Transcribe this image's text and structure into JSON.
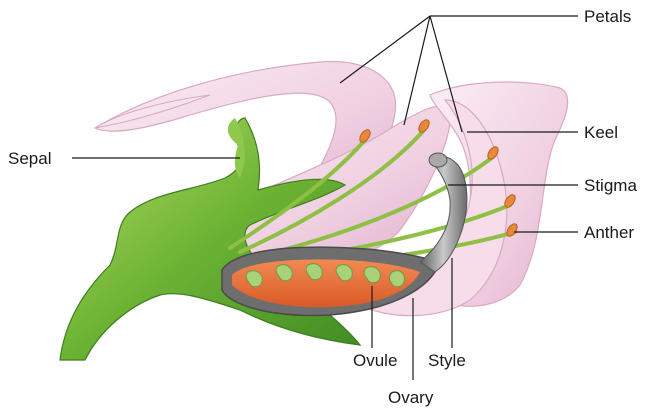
{
  "labels": {
    "petals": "Petals",
    "keel": "Keel",
    "sepal": "Sepal",
    "stigma": "Stigma",
    "anther": "Anther",
    "ovule": "Ovule",
    "style": "Style",
    "ovary": "Ovary"
  },
  "colors": {
    "petal": "#f3d6e6",
    "petal_shade": "#e4b4cd",
    "sepal": "#5fa62d",
    "sepal_light": "#a3cf5a",
    "filament": "#8fbf45",
    "anther": "#e8883a",
    "style": "#8c8c8c",
    "ovary_wall": "#6e6e6e",
    "ovary_inner": "#e8713b",
    "ovule": "#a8d17a",
    "leader": "#1a1a1a"
  }
}
